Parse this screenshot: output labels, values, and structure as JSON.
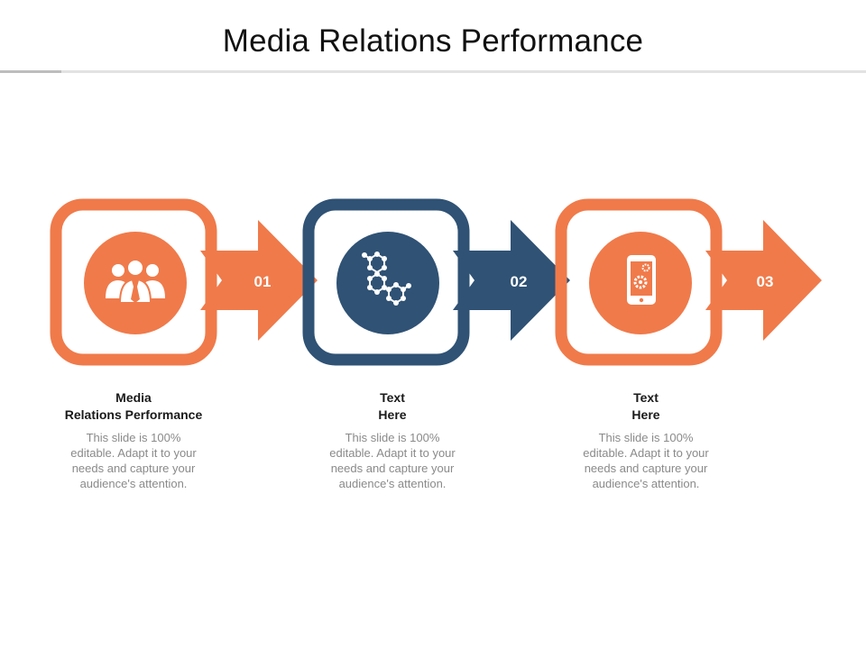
{
  "title": "Media Relations Performance",
  "colors": {
    "orange": "#f07a4a",
    "navy": "#2f5275",
    "white": "#ffffff"
  },
  "steps": [
    {
      "number": "01",
      "color": "orange",
      "icon": "people-group-icon",
      "heading_line1": "Media",
      "heading_line2": "Relations Performance",
      "body_lines": [
        "This slide is 100%",
        "editable. Adapt it to your",
        "needs and capture your",
        "audience's attention."
      ]
    },
    {
      "number": "02",
      "color": "navy",
      "icon": "molecule-network-icon",
      "heading_line1": "Text",
      "heading_line2": "Here",
      "body_lines": [
        "This slide is 100%",
        "editable. Adapt it to your",
        "needs and capture your",
        "audience's attention."
      ]
    },
    {
      "number": "03",
      "color": "orange",
      "icon": "mobile-settings-icon",
      "heading_line1": "Text",
      "heading_line2": "Here",
      "body_lines": [
        "This slide is 100%",
        "editable. Adapt it to your",
        "needs and capture your",
        "audience's attention."
      ]
    }
  ]
}
